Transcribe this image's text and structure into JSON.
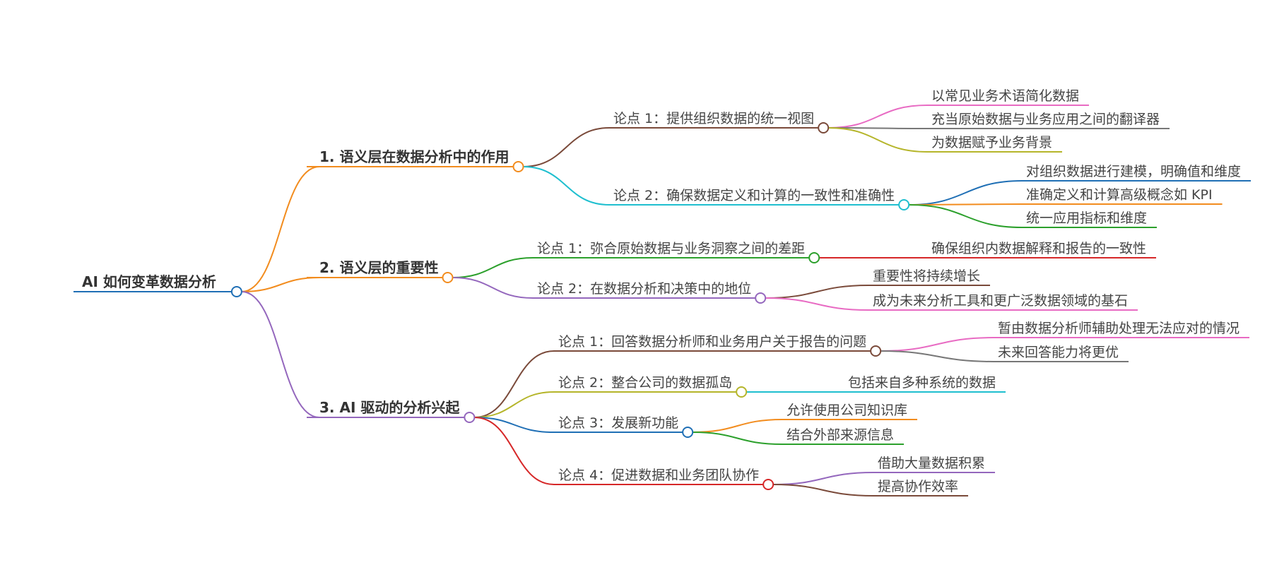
{
  "mindmap": {
    "root": {
      "label": "AI 如何变革数据分析",
      "color": "#1f6fb5",
      "children": [
        {
          "label": "1. 语义层在数据分析中的作用",
          "color": "#f28c1e",
          "children": [
            {
              "label": "论点 1：提供组织数据的统一视图",
              "color": "#7a4a3a",
              "children": [
                {
                  "label": "以常见业务术语简化数据",
                  "color": "#e86bc3"
                },
                {
                  "label": "充当原始数据与业务应用之间的翻译器",
                  "color": "#777777"
                },
                {
                  "label": "为数据赋予业务背景",
                  "color": "#b5b52a"
                }
              ]
            },
            {
              "label": "论点 2：确保数据定义和计算的一致性和准确性",
              "color": "#1fbfcf",
              "children": [
                {
                  "label": "对组织数据进行建模，明确值和维度",
                  "color": "#1f6fb5"
                },
                {
                  "label": "准确定义和计算高级概念如 KPI",
                  "color": "#f28c1e"
                },
                {
                  "label": "统一应用指标和维度",
                  "color": "#2ca02c"
                }
              ]
            }
          ]
        },
        {
          "label": "2. 语义层的重要性",
          "color": "#f28c1e",
          "children": [
            {
              "label": "论点 1：弥合原始数据与业务洞察之间的差距",
              "color": "#2ca02c",
              "children": [
                {
                  "label": "确保组织内数据解释和报告的一致性",
                  "color": "#d62728"
                }
              ]
            },
            {
              "label": "论点 2：在数据分析和决策中的地位",
              "color": "#9467bd",
              "children": [
                {
                  "label": "重要性将持续增长",
                  "color": "#7a4a3a"
                },
                {
                  "label": "成为未来分析工具和更广泛数据领域的基石",
                  "color": "#e86bc3"
                }
              ]
            }
          ]
        },
        {
          "label": "3. AI 驱动的分析兴起",
          "color": "#9467bd",
          "children": [
            {
              "label": "论点 1：回答数据分析师和业务用户关于报告的问题",
              "color": "#7a4a3a",
              "children": [
                {
                  "label": "暂由数据分析师辅助处理无法应对的情况",
                  "color": "#e86bc3"
                },
                {
                  "label": "未来回答能力将更优",
                  "color": "#777777"
                }
              ]
            },
            {
              "label": "论点 2：整合公司的数据孤岛",
              "color": "#b5b52a",
              "children": [
                {
                  "label": "包括来自多种系统的数据",
                  "color": "#1fbfcf"
                }
              ]
            },
            {
              "label": "论点 3：发展新功能",
              "color": "#1f6fb5",
              "children": [
                {
                  "label": "允许使用公司知识库",
                  "color": "#f28c1e"
                },
                {
                  "label": "结合外部来源信息",
                  "color": "#2ca02c"
                }
              ]
            },
            {
              "label": "论点 4：促进数据和业务团队协作",
              "color": "#d62728",
              "children": [
                {
                  "label": "借助大量数据积累",
                  "color": "#9467bd"
                },
                {
                  "label": "提高协作效率",
                  "color": "#7a4a3a"
                }
              ]
            }
          ]
        }
      ]
    }
  }
}
